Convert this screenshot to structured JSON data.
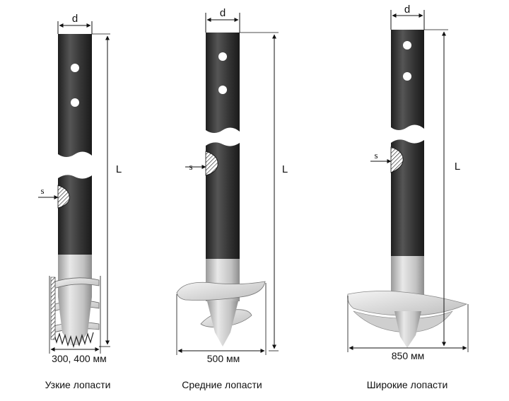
{
  "piles": [
    {
      "id": "narrow",
      "d_label": "d",
      "s_label": "s",
      "L_label": "L",
      "width_label": "300, 400 мм",
      "caption": "Узкие лопасти"
    },
    {
      "id": "medium",
      "d_label": "d",
      "s_label": "s",
      "L_label": "L",
      "width_label": "500 мм",
      "caption": "Средние лопасти"
    },
    {
      "id": "wide",
      "d_label": "d",
      "s_label": "s",
      "L_label": "L",
      "width_label": "850 мм",
      "caption": "Широкие лопасти"
    }
  ],
  "colors": {
    "pipe_dark": "#3a3a3a",
    "pipe_light": "#d6d6d6",
    "blade": "#e6e6e6",
    "line": "#111111"
  }
}
